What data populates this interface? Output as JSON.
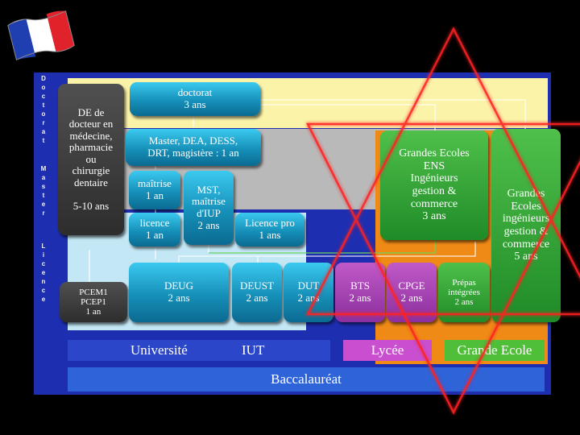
{
  "side_labels": {
    "doctorat": "D\no\nc\nt\no\nr\na\nt",
    "master": "M\na\ns\nt\ne\nr",
    "licence": "L\ni\nc\ne\nn\nc\ne"
  },
  "boxes": {
    "doctorat": "doctorat\n3 ans",
    "de_medecine": "DE de\ndocteur en\nmédecine,\npharmacie\nou\nchirurgie\ndentaire\n\n5-10 ans",
    "master_dea": "Master, DEA, DESS,\nDRT, magistère : 1 an",
    "maitrise": "maîtrise\n1 an",
    "mst": "MST,\nmaîtrise\nd'IUP\n2 ans",
    "licence": "licence\n1 an",
    "licence_pro": "Licence pro\n1 ans",
    "pcem": "PCEM1\nPCEP1\n1 an",
    "deug": "DEUG\n2 ans",
    "deust": "DEUST\n2 ans",
    "dut": "DUT\n2 ans",
    "bts": "BTS\n2 ans",
    "cpge": "CPGE\n2 ans",
    "prepas": "Prépas\nintégrées\n2 ans",
    "grandes_ecoles_ens": "Grandes Ecoles\nENS\nIngénieurs\ngestion &\ncommerce\n3 ans",
    "grandes_ecoles_5": "Grandes\nEcoles\ningénieurs\ngestion &\ncommerce\n5 ans"
  },
  "bars": {
    "universite": "Université",
    "iut": "IUT",
    "lycee": "Lycée",
    "grande_ecole": "Grande Ecole",
    "baccalaureat": "Baccalauréat"
  },
  "colors": {
    "panel": "#1d2fb0",
    "box_cyan": "#1690b9",
    "box_dark": "#2d2d2d",
    "box_purple": "#8c2f9e",
    "box_green": "#1f8b28",
    "lycee_bar": "#c94fd0",
    "grande_ecole_bar": "#4fbf3a",
    "star_outline": "#ff2020"
  },
  "icons": [
    "france-flag-icon",
    "star-of-david-outline"
  ]
}
